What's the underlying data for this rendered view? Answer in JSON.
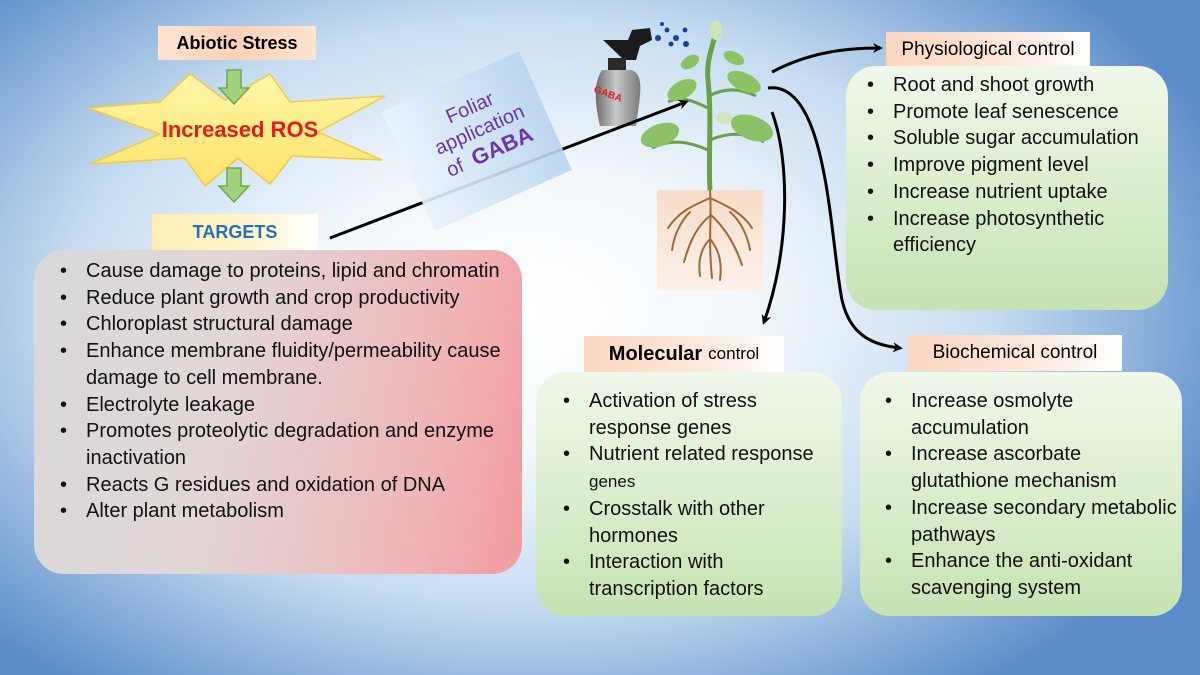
{
  "stress": {
    "abiotic_label": "Abiotic Stress",
    "ros_label": "Increased ROS",
    "targets_label": "TARGETS",
    "targets_items": [
      "Cause damage to proteins, lipid and chromatin",
      "Reduce plant growth and crop productivity",
      "Chloroplast structural damage",
      "Enhance membrane fluidity/permeability cause damage to cell membrane.",
      "Electrolyte leakage",
      "Promotes proteolytic degradation and enzyme inactivation",
      "Reacts G residues and oxidation of DNA",
      "Alter plant metabolism"
    ]
  },
  "foliar": {
    "line1": "Foliar",
    "line2": "application",
    "line3_prefix": "of",
    "line3_gaba": "GABA",
    "bottle_label": "GABA"
  },
  "physiological": {
    "title": "Physiological control",
    "items": [
      "Root and shoot growth",
      "Promote leaf senescence",
      "Soluble sugar accumulation",
      "Improve pigment level",
      "Increase nutrient uptake",
      "Increase photosynthetic efficiency"
    ]
  },
  "molecular": {
    "title_main": "Molecular",
    "title_rest": "control",
    "items": [
      "Activation of stress response genes",
      "Crosstalk with other hormones",
      "Interaction with transcription factors"
    ],
    "item2_main": "Nutrient related response",
    "item2_small": "genes"
  },
  "biochemical": {
    "title": "Biochemical control",
    "items": [
      "Increase osmolyte accumulation",
      "Increase ascorbate glutathione mechanism",
      "Increase secondary metabolic pathways",
      "Enhance the anti-oxidant scavenging system"
    ]
  },
  "colors": {
    "ros_text": "#e41b1b",
    "targets_text": "#1f74bd",
    "foliar_text": "#6b36a6",
    "down_arrow": "#9fd37c",
    "green_box": "#c6e3b3",
    "red_box": "#f39aa0",
    "title_box": "#fbd6bf"
  }
}
